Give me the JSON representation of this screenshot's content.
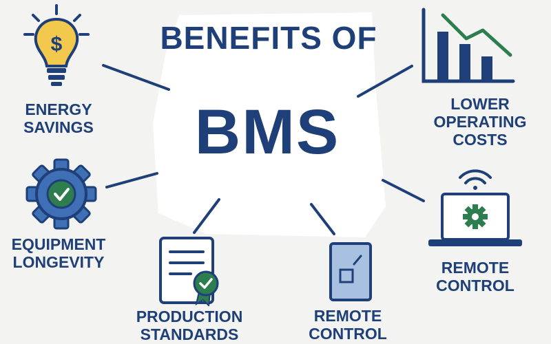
{
  "title": {
    "top": "BENEFITS OF",
    "main": "BMS"
  },
  "benefits": [
    {
      "label": "ENERGY\nSAVINGS",
      "icon": "lightbulb-dollar-icon"
    },
    {
      "label": "EQUIPMENT\nLONGEVITY",
      "icon": "gear-check-icon"
    },
    {
      "label": "PRODUCTION\nSTANDARDS",
      "icon": "certificate-document-icon"
    },
    {
      "label": "REMOTE\nCONTROL",
      "icon": "remote-panel-icon"
    },
    {
      "label": "REMOTE\nCONTROL",
      "icon": "laptop-wifi-gear-icon"
    },
    {
      "label": "LOWER\nOPERATING\nCOSTS",
      "icon": "declining-bar-chart-icon"
    }
  ],
  "colors": {
    "navy": "#1f3f78",
    "blue": "#3f6fb5",
    "light_blue": "#a9c1e0",
    "green": "#2e7d4f",
    "yellow": "#f2c94c",
    "background": "#f3f4f1",
    "center_panel": "#ffffff"
  }
}
